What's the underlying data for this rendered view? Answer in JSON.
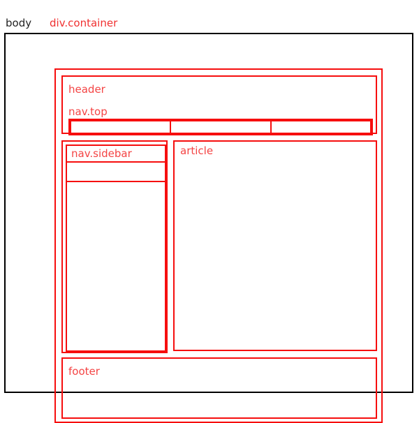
{
  "diagram": {
    "title": "html-layout-outline",
    "colors": {
      "outline_red": "#f60e0e",
      "label_red": "#f44444",
      "container_label_red": "#f03030",
      "outline_black": "#000000",
      "background": "#ffffff"
    },
    "top_labels": [
      {
        "text": "body",
        "color": "#222222"
      },
      {
        "text": "div.container",
        "color": "#f03030"
      }
    ],
    "boxes": {
      "body": {
        "label": "body"
      },
      "container": {
        "label": "div.container"
      },
      "header": {
        "label": "header"
      },
      "nav_top": {
        "label": "nav.top",
        "items": [
          {
            "label": ""
          },
          {
            "label": ""
          },
          {
            "label": ""
          }
        ],
        "item_count": 3
      },
      "nav_sidebar": {
        "label": "nav.sidebar",
        "items": [
          {
            "label": ""
          },
          {
            "label": ""
          },
          {
            "label": ""
          }
        ],
        "item_count": 3
      },
      "article": {
        "label": "article"
      },
      "footer": {
        "label": "footer"
      }
    }
  }
}
